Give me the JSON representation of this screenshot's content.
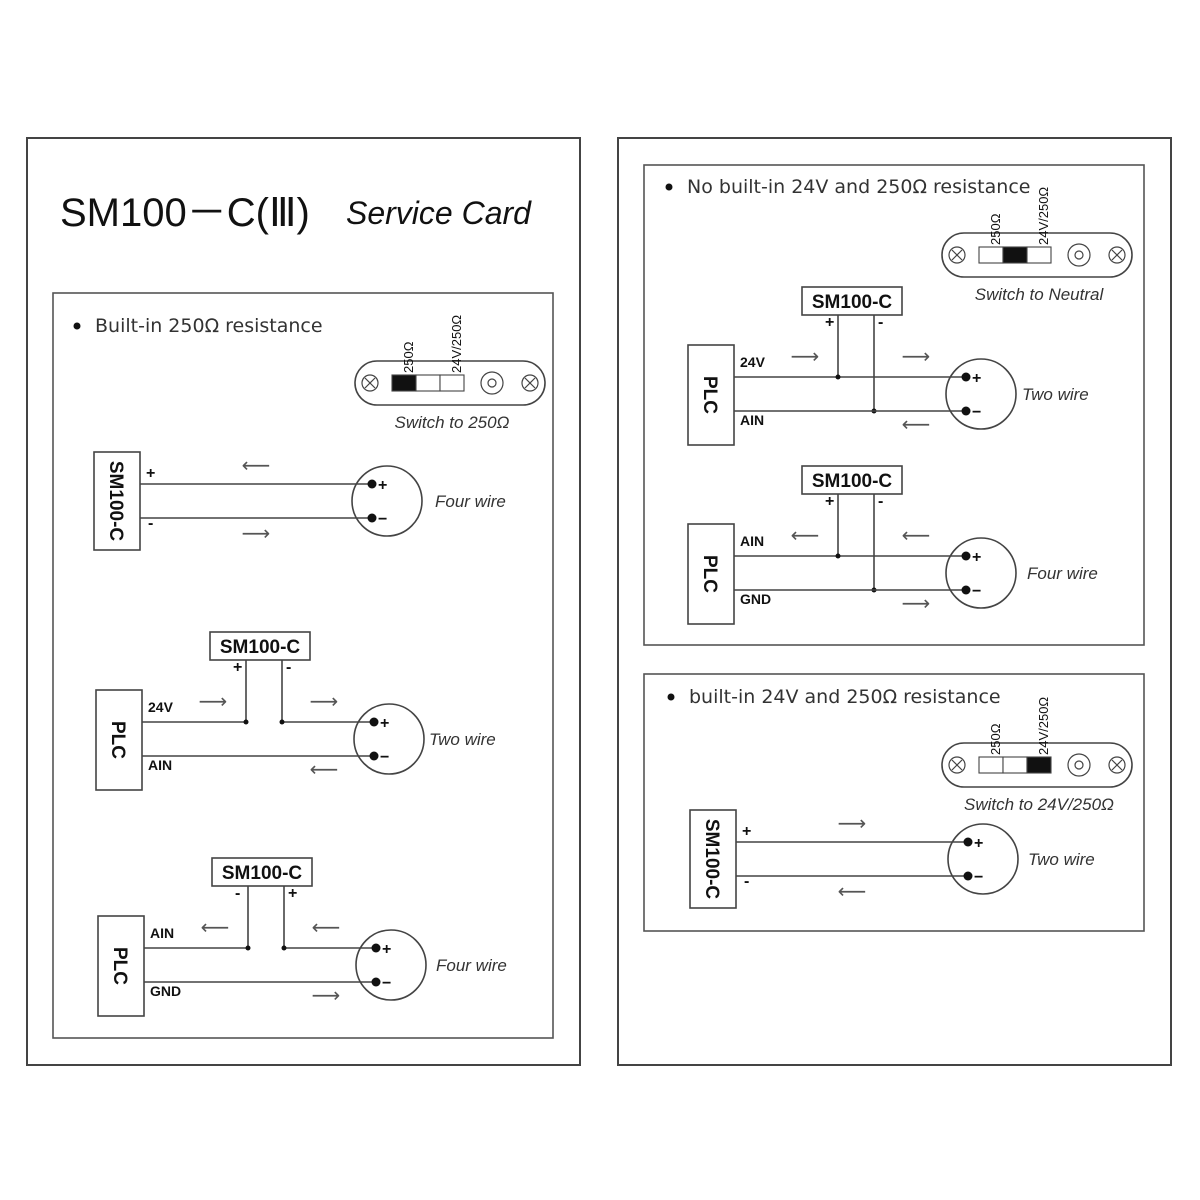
{
  "title": {
    "model": "SM100－C(Ⅲ)",
    "subtitle": "Service Card"
  },
  "sections": [
    {
      "id": "builtin-250",
      "heading": "Built-in 250Ω resistance",
      "switch": {
        "labels": [
          "250Ω",
          "24V/250Ω"
        ],
        "active_position": "250Ω",
        "caption": "Switch to 250Ω"
      },
      "diagrams": [
        {
          "kind": "direct",
          "device": "SM100-C",
          "pins": [
            "+",
            "-"
          ],
          "arrows": [
            "left",
            "right"
          ],
          "caption": "Four wire"
        },
        {
          "kind": "tee",
          "device": "SM100-C",
          "device_pins": [
            "+",
            "-"
          ],
          "plc": "PLC",
          "plc_pins": [
            "24V",
            "AIN"
          ],
          "arrows": [
            "right",
            "right",
            "left"
          ],
          "caption": "Two wire"
        },
        {
          "kind": "tee",
          "device": "SM100-C",
          "device_pins": [
            "-",
            "+"
          ],
          "plc": "PLC",
          "plc_pins": [
            "AIN",
            "GND"
          ],
          "arrows": [
            "left",
            "left",
            "right"
          ],
          "caption": "Four wire"
        }
      ]
    },
    {
      "id": "no-builtin",
      "heading": "No built-in 24V and 250Ω resistance",
      "switch": {
        "labels": [
          "250Ω",
          "24V/250Ω"
        ],
        "active_position": "Neutral",
        "caption": "Switch to Neutral"
      },
      "diagrams": [
        {
          "kind": "parallel",
          "device": "SM100-C",
          "device_pins": [
            "+",
            "-"
          ],
          "plc": "PLC",
          "plc_pins": [
            "24V",
            "AIN"
          ],
          "arrows": [
            "right",
            "right",
            "left"
          ],
          "caption": "Two wire"
        },
        {
          "kind": "parallel",
          "device": "SM100-C",
          "device_pins": [
            "+",
            "-"
          ],
          "plc": "PLC",
          "plc_pins": [
            "AIN",
            "GND"
          ],
          "arrows": [
            "left",
            "left",
            "right"
          ],
          "caption": "Four wire"
        }
      ]
    },
    {
      "id": "builtin-24v-250",
      "heading": "built-in 24V and 250Ω resistance",
      "switch": {
        "labels": [
          "250Ω",
          "24V/250Ω"
        ],
        "active_position": "24V/250Ω",
        "caption": "Switch to 24V/250Ω"
      },
      "diagrams": [
        {
          "kind": "direct",
          "device": "SM100-C",
          "pins": [
            "+",
            "-"
          ],
          "arrows": [
            "right",
            "left"
          ],
          "caption": "Two wire"
        }
      ]
    }
  ],
  "sensor_pins": [
    "+",
    "−"
  ],
  "arrow_glyphs": {
    "left": "⟵",
    "right": "⟶"
  }
}
